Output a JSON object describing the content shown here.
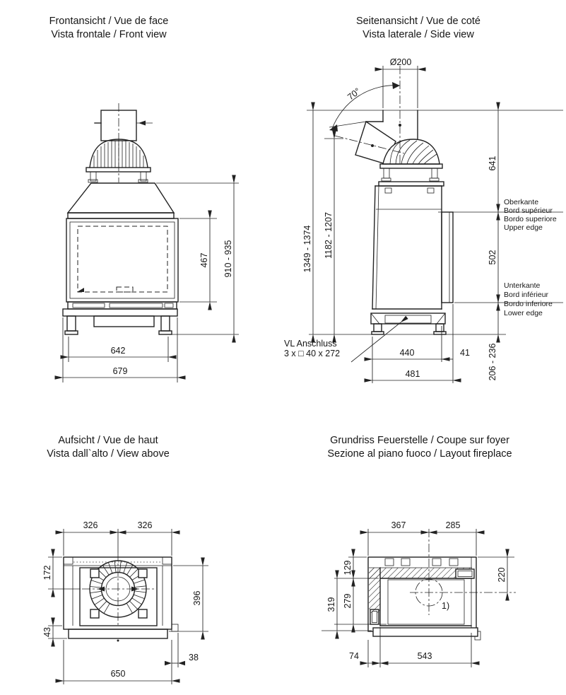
{
  "drawing": {
    "front": {
      "title1": "Frontansicht / Vue de face",
      "title2": "Vista frontale / Front view",
      "dim_glass_height": "467",
      "dim_height": "910 - 935",
      "dim_width_inner": "642",
      "dim_width_outer": "679"
    },
    "side": {
      "title1": "Seitenansicht / Vue de coté",
      "title2": "Vista laterale / Side view",
      "dim_flue_dia": "Ø200",
      "dim_angle": "70°",
      "dim_top_to_upper": "641",
      "dim_total_height": "1349 - 1374",
      "dim_flue_height": "1182 - 1207",
      "dim_upper_to_lower": "502",
      "dim_lower_to_floor": "206 - 236",
      "dim_base_depth": "440",
      "dim_rear_offset": "41",
      "dim_total_depth": "481",
      "upper_edge": [
        "Oberkante",
        "Bord supérieur",
        "Bordo superiore",
        "Upper edge"
      ],
      "lower_edge": [
        "Unterkante",
        "Bord inférieur",
        "Bordo inferiore",
        "Lower edge"
      ],
      "vl1": "VL Anschluss",
      "vl2": "3 x □ 40 x 272"
    },
    "above": {
      "title1": "Aufsicht / Vue de haut",
      "title2": "Vista dall`alto / View above",
      "dim_326l": "326",
      "dim_326r": "326",
      "dim_172": "172",
      "dim_396": "396",
      "dim_43": "43",
      "dim_38": "38",
      "dim_650": "650"
    },
    "layout": {
      "title1": "Grundriss Feuerstelle / Coupe sur foyer",
      "title2": "Sezione al piano fuoco / Layout fireplace",
      "dim_367": "367",
      "dim_285": "285",
      "dim_129": "129",
      "dim_279": "279",
      "dim_319": "319",
      "dim_220": "220",
      "dim_74": "74",
      "dim_543": "543",
      "note": "1)"
    }
  }
}
